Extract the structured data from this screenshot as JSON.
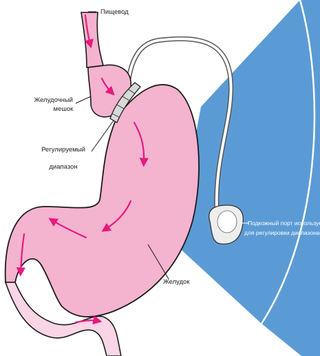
{
  "colors": {
    "background": "#ffffff",
    "blue_panel": "#5b9bd5",
    "blue_panel_light": "#ffffff",
    "organ_fill": "#f4b3cf",
    "organ_stroke": "#1a1a1a",
    "organ_inner_light": "#f9d5e5",
    "arrow": "#e6197e",
    "band": "#d9d9d9",
    "tube": "#ffffff",
    "port": "#eeeeee"
  },
  "labels": {
    "esophagus": "Пищевод",
    "pouch_line1": "Желудочный",
    "pouch_line2": "мешок",
    "band_line1": "Регулируемый",
    "band_line2": "диапазон",
    "stomach": "Желудок",
    "port_line1": "Подкожный порт используется",
    "port_line2": "для регулировки диапазона"
  },
  "icons": {
    "port": "access-port-icon",
    "band": "gastric-band-icon"
  }
}
